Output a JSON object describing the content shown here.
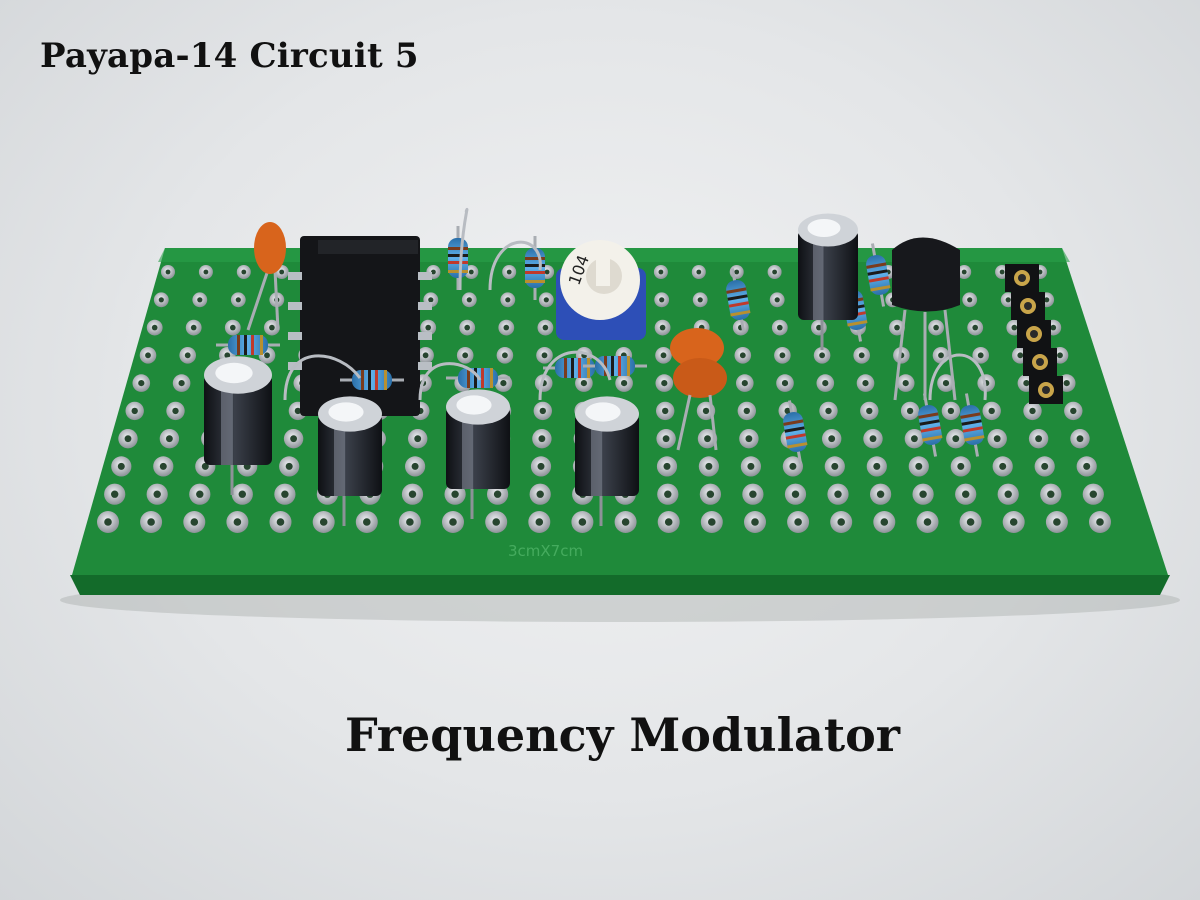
{
  "header": {
    "title": "Payapa-14 Circuit 5"
  },
  "footer": {
    "subtitle": "Frequency Modulator"
  },
  "board": {
    "silkscreen_label": "3cmX7cm",
    "trimmer_marking": "104"
  },
  "colors": {
    "background": "#e6e8ea",
    "pcb_green": "#1f8a3a",
    "pcb_edge": "#136b2a",
    "pad_silver": "#c9cdd2",
    "resistor_blue": "#3a8fd0",
    "capacitor_orange": "#d8641c",
    "electrolytic_black": "#1b1d22",
    "text": "#111111"
  },
  "icons": [
    "pcb-photo",
    "ic-chip",
    "trimmer-potentiometer",
    "electrolytic-capacitor",
    "ceramic-capacitor",
    "resistor",
    "transistor",
    "header-socket"
  ]
}
